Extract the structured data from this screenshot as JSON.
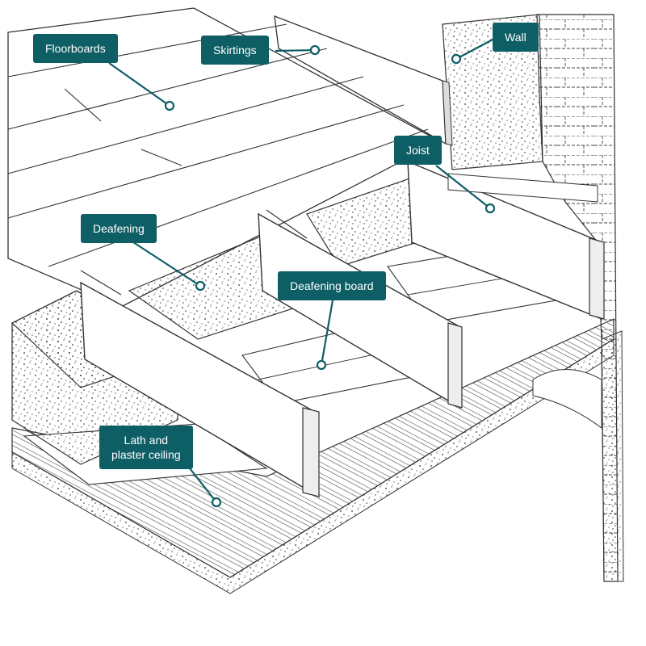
{
  "diagram": {
    "accent_color": "#0e5e66",
    "ink_color": "#222222",
    "labels": {
      "floorboards": "Floorboards",
      "skirtings": "Skirtings",
      "wall": "Wall",
      "joist": "Joist",
      "deafening": "Deafening",
      "deafening_board": "Deafening board",
      "ceiling_line1": "Lath and",
      "ceiling_line2": "plaster ceiling"
    }
  }
}
